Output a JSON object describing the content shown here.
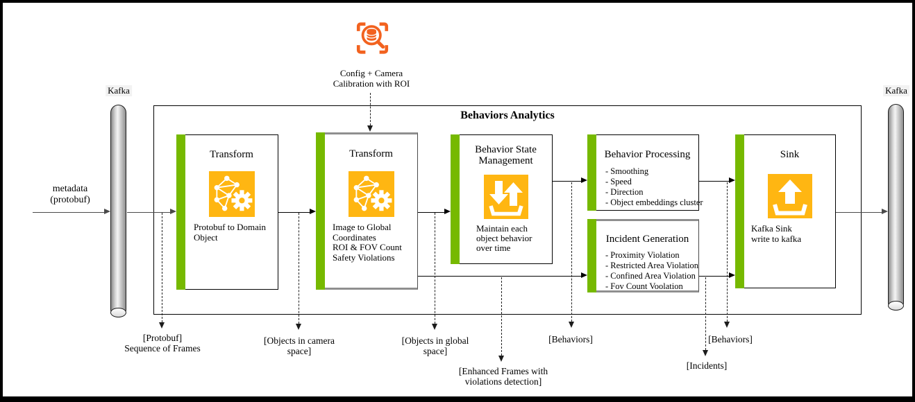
{
  "colors": {
    "accent_green": "#76b900",
    "icon_amber": "#ffb612",
    "config_orange": "#f2621f"
  },
  "frame_title": "Behaviors Analytics",
  "config": {
    "icon": "database-scan-icon",
    "label": "Config + Camera\nCalibration with ROI"
  },
  "kafka_left": {
    "label": "Kafka"
  },
  "kafka_right": {
    "label": "Kafka"
  },
  "input_label": "metadata\n(protobuf)",
  "nodes": {
    "transform_1": {
      "title": "Transform",
      "icon": "network-gear-icon",
      "body": "Protobuf to Domain\nObject"
    },
    "transform_2": {
      "title": "Transform",
      "icon": "network-gear-icon",
      "body": "Image to Global\nCoordinates\nROI & FOV Count\nSafety Violations"
    },
    "behavior_state": {
      "title": "Behavior State\nManagement",
      "icon": "in-out-tray-icon",
      "body": "Maintain each\nobject behavior\nover time"
    },
    "behavior_processing": {
      "title": "Behavior Processing",
      "items": [
        "- Smoothing",
        "- Speed",
        "- Direction",
        "- Object embeddings cluster"
      ]
    },
    "incident_generation": {
      "title": "Incident Generation",
      "items": [
        "- Proximity Violation",
        "- Restricted Area Violation",
        "- Confined Area Violation",
        "- Fov Count Voolation"
      ]
    },
    "sink": {
      "title": "Sink",
      "icon": "upload-tray-icon",
      "body": "Kafka Sink\nwrite to kafka"
    }
  },
  "flow_labels": {
    "protobuf": "[Protobuf]\nSequence of Frames",
    "objects_camera": "[Objects in camera\nspace]",
    "objects_global": "[Objects in global\nspace]",
    "enhanced_frames": "[Enhanced Frames with\nviolations detection]",
    "behaviors_left": "[Behaviors]",
    "incidents": "[Incidents]",
    "behaviors_right": "[Behaviors]"
  }
}
